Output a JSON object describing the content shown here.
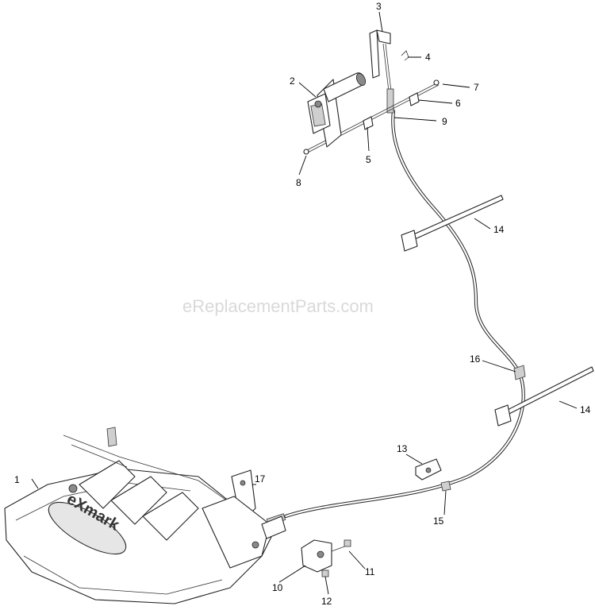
{
  "watermark": "eReplacementParts.com",
  "callouts": [
    "1",
    "2",
    "3",
    "4",
    "5",
    "6",
    "7",
    "8",
    "9",
    "10",
    "11",
    "12",
    "13",
    "14",
    "14",
    "15",
    "16",
    "17"
  ],
  "logo_text": "eXmark"
}
